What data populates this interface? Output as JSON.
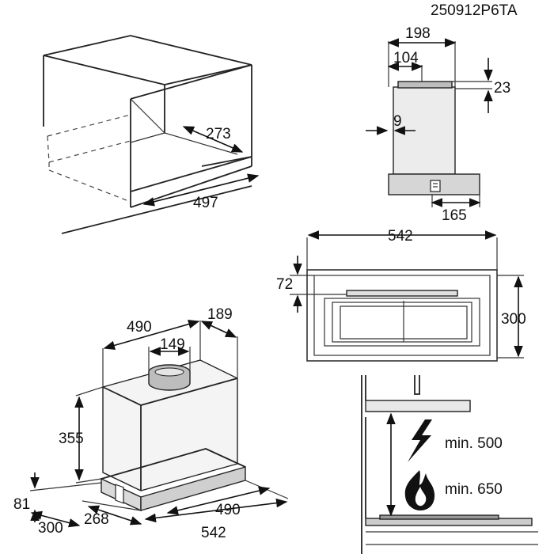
{
  "drawing_code": "250912P6TA",
  "cabinet_view": {
    "dim_depth_inner": "273",
    "dim_depth_total": "497"
  },
  "side_view": {
    "dim_width": "198",
    "dim_outlet_offset": "104",
    "dim_outlet_height": "23",
    "dim_wall_gap": "9",
    "dim_front_offset": "165"
  },
  "top_view": {
    "dim_width": "542",
    "dim_filter_offset": "72",
    "dim_depth": "300"
  },
  "iso_view": {
    "dim_body_width": "490",
    "dim_body_depth": "189",
    "dim_outlet_diameter": "149",
    "dim_body_height": "355",
    "dim_panel_height": "81",
    "dim_base_depth": "300",
    "dim_front_depth": "268",
    "dim_front_width": "490",
    "dim_total_width": "542"
  },
  "clearance": {
    "electric_label": "min. 500",
    "gas_label": "min. 650",
    "electric_icon": "lightning-bolt-icon",
    "gas_icon": "flame-icon"
  }
}
